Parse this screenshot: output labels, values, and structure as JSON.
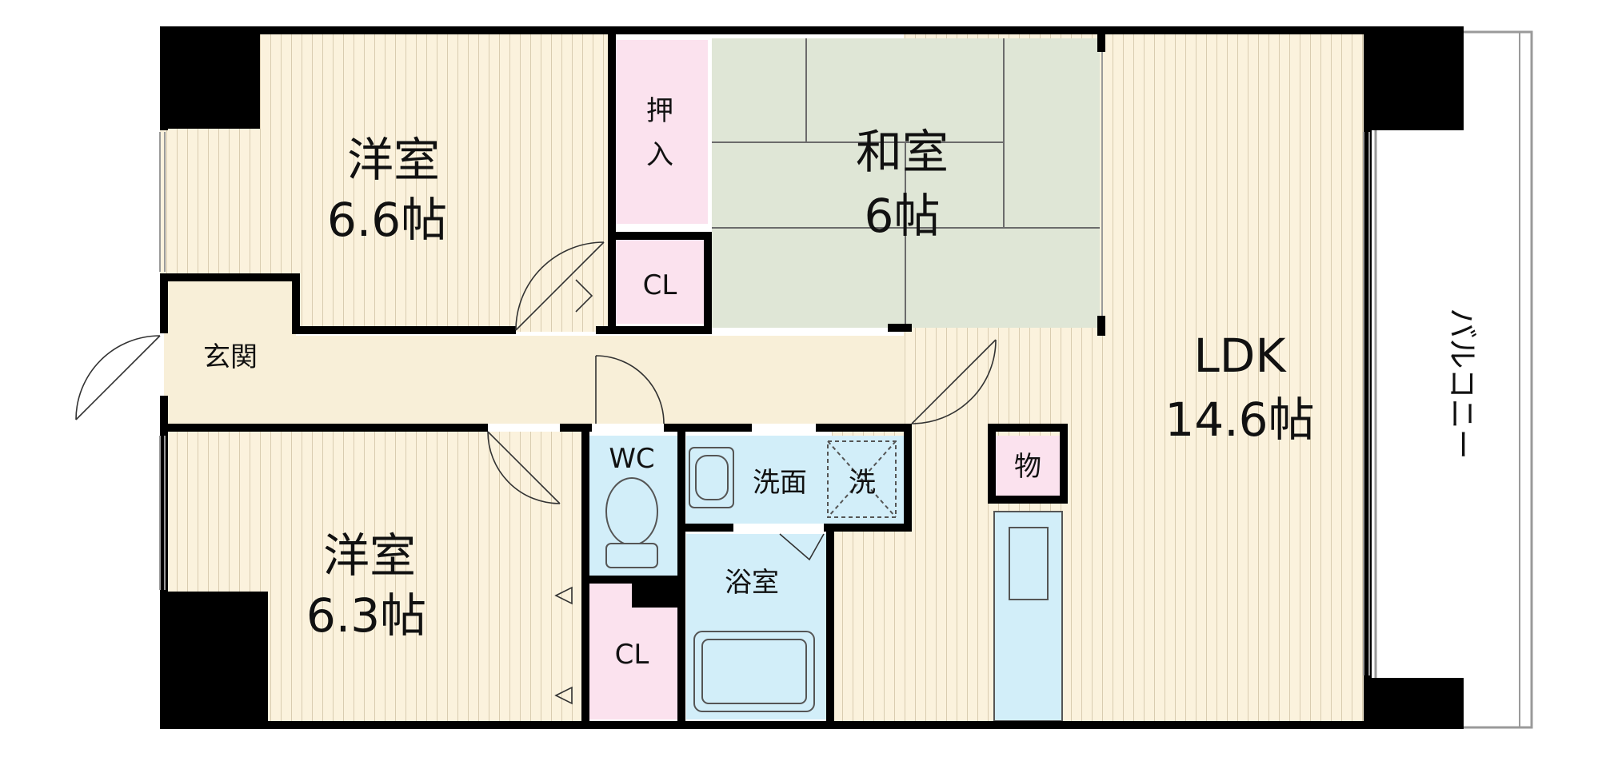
{
  "rooms": {
    "western_upper": {
      "name": "洋室",
      "size": "6.6帖"
    },
    "western_lower": {
      "name": "洋室",
      "size": "6.3帖"
    },
    "japanese": {
      "name": "和室",
      "size": "6帖"
    },
    "ldk": {
      "name": "LDK",
      "size": "14.6帖"
    },
    "oshiire": {
      "label_top": "押",
      "label_bottom": "入"
    },
    "closet_upper": {
      "label": "CL"
    },
    "closet_lower": {
      "label": "CL"
    },
    "entrance": {
      "label": "玄関"
    },
    "wc": {
      "label": "WC"
    },
    "washroom": {
      "label": "洗面"
    },
    "washer": {
      "label": "洗"
    },
    "bathroom": {
      "label": "浴室"
    },
    "storage": {
      "label": "物"
    },
    "balcony": {
      "label": "バルコニー"
    }
  },
  "colors": {
    "wall": "#000000",
    "wood_floor": "#fbf2dd",
    "floor_stripe": "#d9ccb0",
    "tatami": "#dfe6d6",
    "closet": "#fbe2ee",
    "wet_area": "#d2eef9",
    "hall": "#f8efd8"
  }
}
